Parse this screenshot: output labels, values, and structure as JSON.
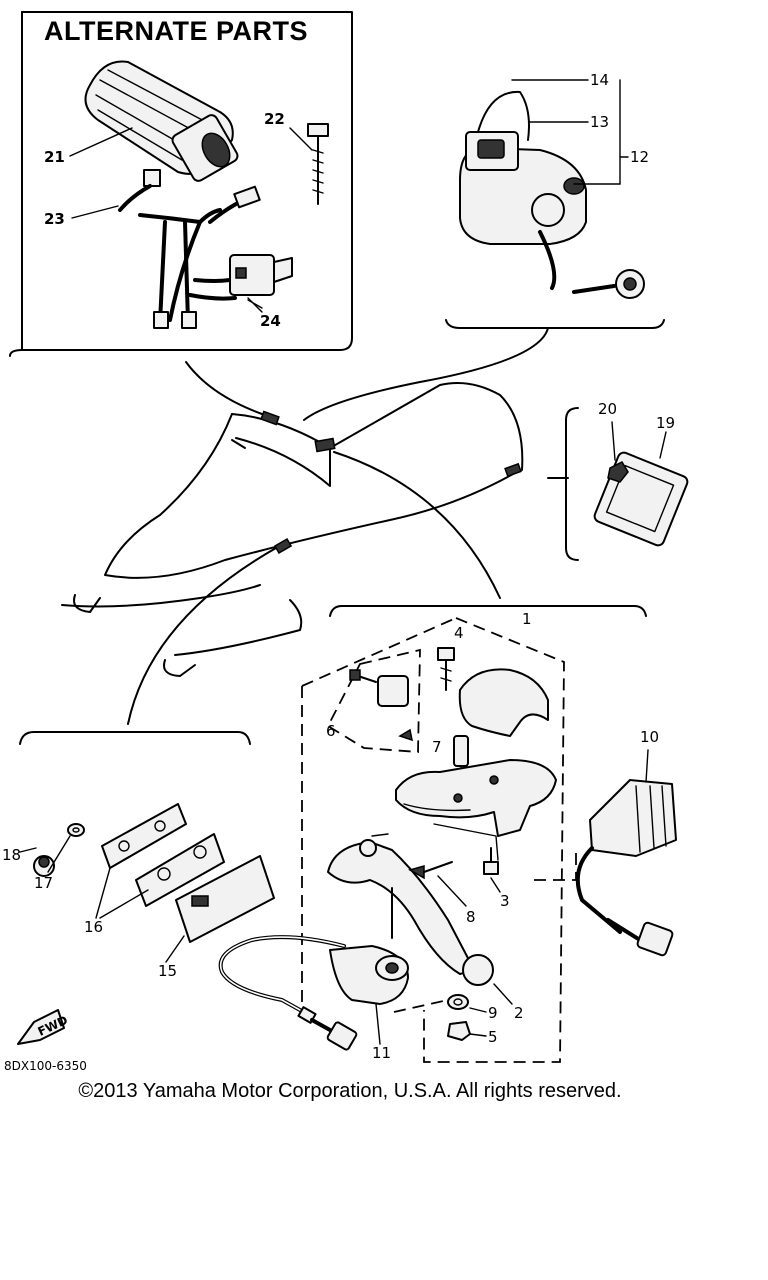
{
  "diagram": {
    "box_title": "ALTERNATE PARTS",
    "diagram_code": "8DX100-6350",
    "fwd_label": "FWD",
    "callouts": {
      "c1": "1",
      "c2": "2",
      "c3": "3",
      "c4": "4",
      "c5": "5",
      "c6": "6",
      "c7": "7",
      "c8": "8",
      "c9": "9",
      "c10": "10",
      "c11": "11",
      "c12": "12",
      "c13": "13",
      "c14": "14",
      "c15": "15",
      "c16": "16",
      "c17": "17",
      "c18": "18",
      "c19": "19",
      "c20": "20",
      "c21": "21",
      "c22": "22",
      "c23": "23",
      "c24": "24"
    }
  },
  "footer": {
    "copyright": "©2013 Yamaha Motor Corporation, U.S.A. All rights reserved."
  }
}
